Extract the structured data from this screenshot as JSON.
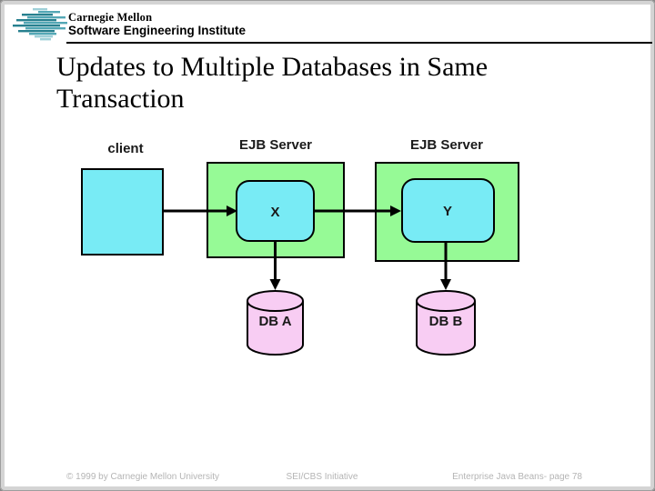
{
  "header": {
    "brand_line1": "Carnegie Mellon",
    "brand_line2": "Software Engineering Institute"
  },
  "title": "Updates to Multiple Databases in Same Transaction",
  "diagram": {
    "client_label": "client",
    "server1_label": "EJB Server",
    "server2_label": "EJB Server",
    "bean1_label": "X",
    "bean2_label": "Y",
    "db1_label": "DB A",
    "db2_label": "DB B"
  },
  "footer": {
    "copyright": "© 1999 by Carnegie Mellon University",
    "center": "SEI/CBS Initiative",
    "right": "Enterprise Java Beans- page 78"
  },
  "colors": {
    "client_fill": "#78ebf5",
    "server_fill": "#96fa96",
    "bean_fill": "#78ebf5",
    "db_fill": "#f8cdf3",
    "outline": "#000000",
    "footer_text": "#b4b4b4",
    "logo_teal": "#4da4b4"
  }
}
